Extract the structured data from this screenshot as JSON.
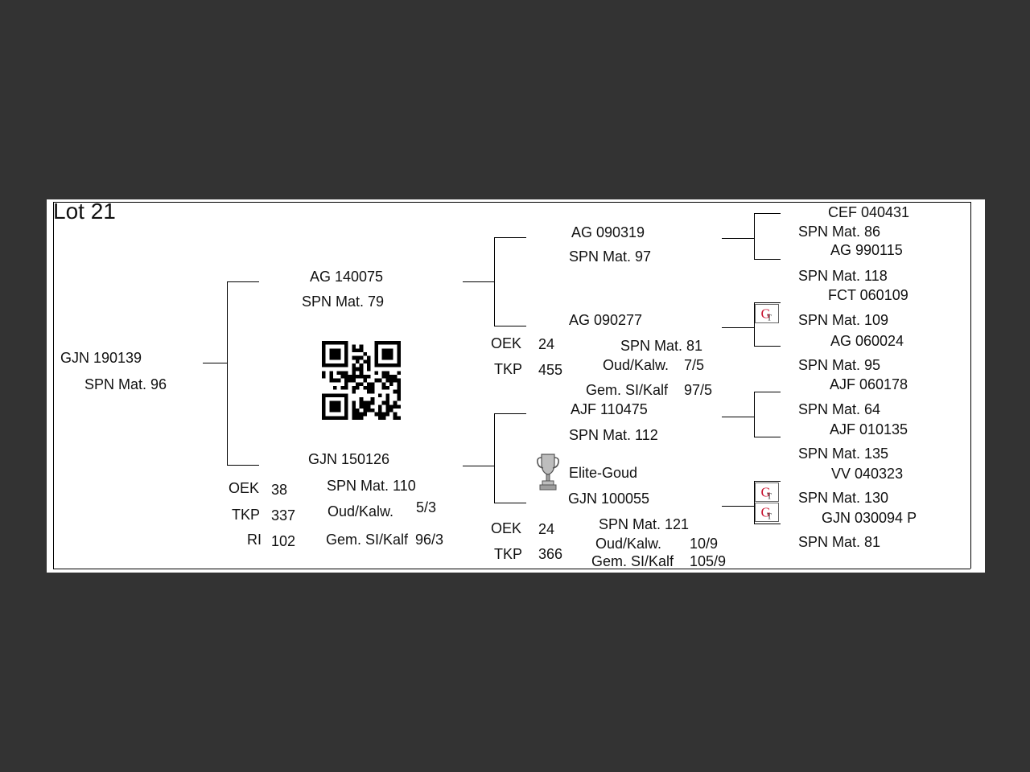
{
  "lot_title": "Lot 21",
  "subject": {
    "id": "GJN 190139",
    "mat": "SPN Mat. 96"
  },
  "sire": {
    "id": "AG  140075",
    "mat": "SPN Mat. 79"
  },
  "dam": {
    "id": "GJN 150126",
    "mat": "SPN Mat. 110",
    "oek_label": "OEK",
    "oek": "38",
    "tkp_label": "TKP",
    "tkp": "337",
    "ri_label": "RI",
    "ri": "102",
    "oud_label": "Oud/Kalw.",
    "oud": "5/3",
    "gem_label": "Gem. SI/Kalf",
    "gem": "96/3"
  },
  "sire_sire": {
    "id": "AG  090319",
    "mat": "SPN Mat. 97"
  },
  "sire_dam": {
    "id": "AG  090277",
    "mat": "SPN Mat. 81",
    "oek_label": "OEK",
    "oek": "24",
    "tkp_label": "TKP",
    "tkp": "455",
    "oud_label": "Oud/Kalw.",
    "oud": "7/5",
    "gem_label": "Gem. SI/Kalf",
    "gem": "97/5"
  },
  "dam_sire": {
    "id": "AJF 110475",
    "mat": "SPN Mat. 112"
  },
  "dam_dam": {
    "award": "Elite-Goud",
    "id": "GJN 100055",
    "mat": "SPN Mat. 121",
    "oek_label": "OEK",
    "oek": "24",
    "tkp_label": "TKP",
    "tkp": "366",
    "oud_label": "Oud/Kalw.",
    "oud": "10/9",
    "gem_label": "Gem. SI/Kalf",
    "gem": "105/9"
  },
  "gen3": [
    {
      "id": "CEF 040431",
      "mat": "SPN Mat. 86"
    },
    {
      "id": "AG  990115",
      "mat": "SPN Mat. 118"
    },
    {
      "id": "FCT 060109",
      "mat": "SPN Mat. 109"
    },
    {
      "id": "AG  060024",
      "mat": "SPN Mat. 95"
    },
    {
      "id": "AJF 060178",
      "mat": "SPN Mat. 64"
    },
    {
      "id": "AJF 010135",
      "mat": "SPN Mat. 135"
    },
    {
      "id": "VV  040323",
      "mat": "SPN Mat. 130"
    },
    {
      "id": "GJN 030094  P",
      "mat": "SPN Mat. 81"
    }
  ],
  "icons": {
    "qr": "qr-code-icon",
    "trophy": "trophy-icon",
    "badge": "gt-badge-icon"
  },
  "colors": {
    "background": "#333333",
    "sheet": "#ffffff",
    "badge_red": "#c8102e"
  }
}
